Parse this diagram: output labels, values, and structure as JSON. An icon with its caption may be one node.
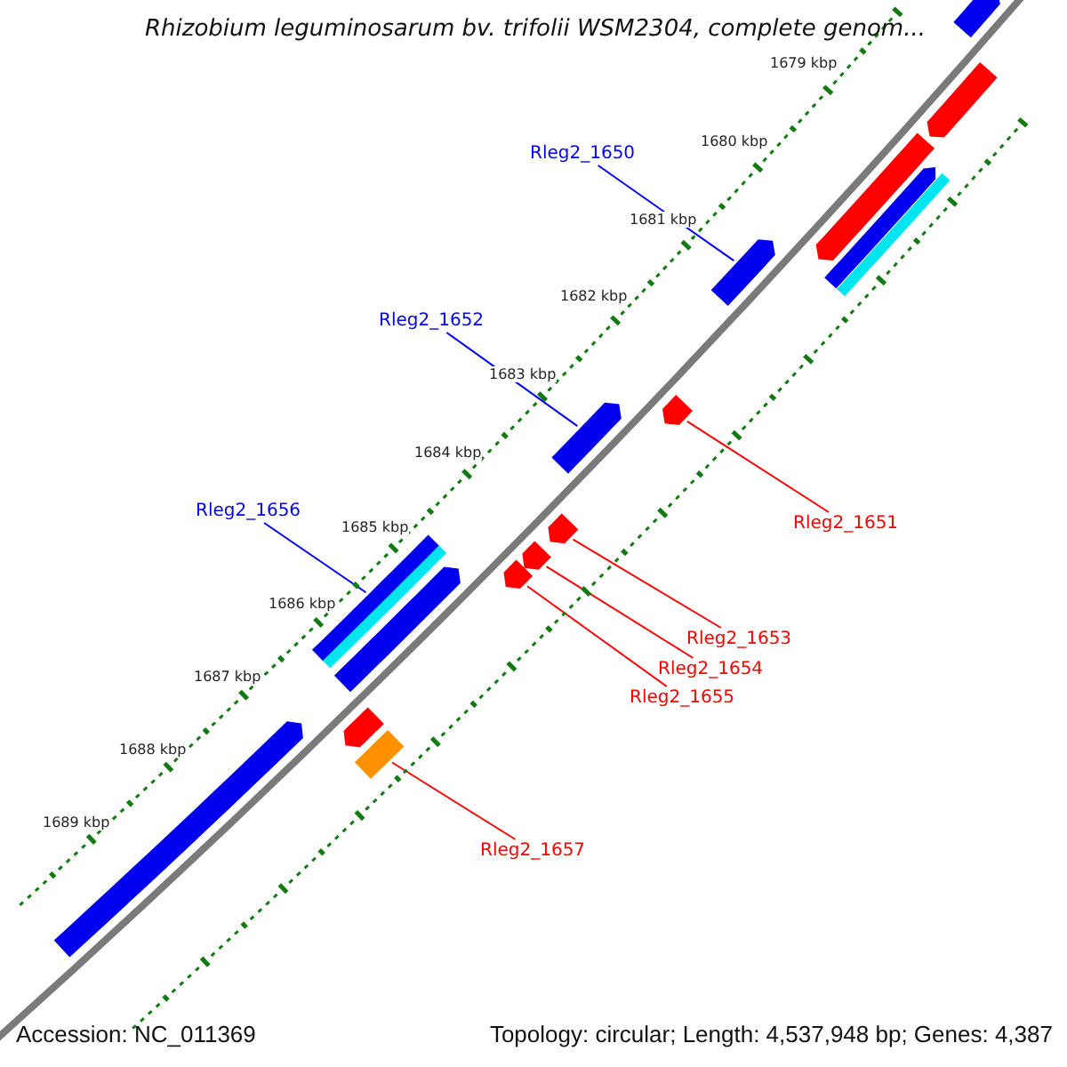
{
  "diagram": {
    "title": "Rhizobium leguminosarum bv. trifolii WSM2304, complete genom...",
    "nodes": [
      {
        "text": [
          "Rleg2_1650"
        ]
      },
      {
        "text": [
          "Rleg2_1652"
        ]
      },
      {
        "text": [
          "Rleg2_1656"
        ]
      },
      {
        "text": [
          "Rleg2_1651"
        ]
      },
      {
        "text": [
          "Rleg2_1653"
        ]
      },
      {
        "text": [
          "Rleg2_1654"
        ]
      },
      {
        "text": [
          "Rleg2_1655"
        ]
      },
      {
        "text": [
          "Rleg2_1657"
        ]
      },
      {
        "text": [],
        "shape": "bar"
      },
      {
        "text": [],
        "shape": "bar"
      },
      {
        "text": [],
        "shape": "bar"
      },
      {
        "text": [],
        "shape": "bar"
      },
      {
        "text": [],
        "shape": "bar"
      },
      {
        "text": [],
        "shape": "bar"
      },
      {
        "text": [],
        "shape": "bar"
      },
      {
        "text": [],
        "shape": "bar"
      },
      {
        "text": [],
        "shape": "bar"
      },
      {
        "text": [],
        "shape": "bar"
      },
      {
        "text": [],
        "shape": "bar"
      },
      {
        "text": [],
        "shape": "bar"
      },
      {
        "text": [],
        "shape": "bar"
      },
      {
        "text": [],
        "shape": "bar"
      },
      {
        "text": [],
        "shape": "bar"
      }
    ],
    "edges": [
      {
        "from": 0,
        "to": 12,
        "arrow": "none",
        "color": "#0000ff"
      },
      {
        "from": 1,
        "to": 14,
        "arrow": "none",
        "color": "#0000ff"
      },
      {
        "from": 2,
        "to": 18,
        "arrow": "none",
        "color": "#0000ff"
      },
      {
        "from": 3,
        "to": 13,
        "arrow": "none"
      },
      {
        "from": 4,
        "to": 15,
        "arrow": "none"
      },
      {
        "from": 5,
        "to": 16,
        "arrow": "none"
      },
      {
        "from": 6,
        "to": 17,
        "arrow": "none"
      },
      {
        "from": 7,
        "to": 21,
        "arrow": "none"
      }
    ],
    "labels": [
      "1679 kbp",
      "1680 kbp",
      "1681 kbp",
      "1682 kbp",
      "1683 kbp",
      "1684 kbp",
      "1685 kbp",
      "1686 kbp",
      "1687 kbp",
      "1688 kbp",
      "1689 kbp",
      "Accession: NC_011369",
      "Topology: circular; Length: 4,537,948 bp; Genes: 4,387"
    ]
  }
}
